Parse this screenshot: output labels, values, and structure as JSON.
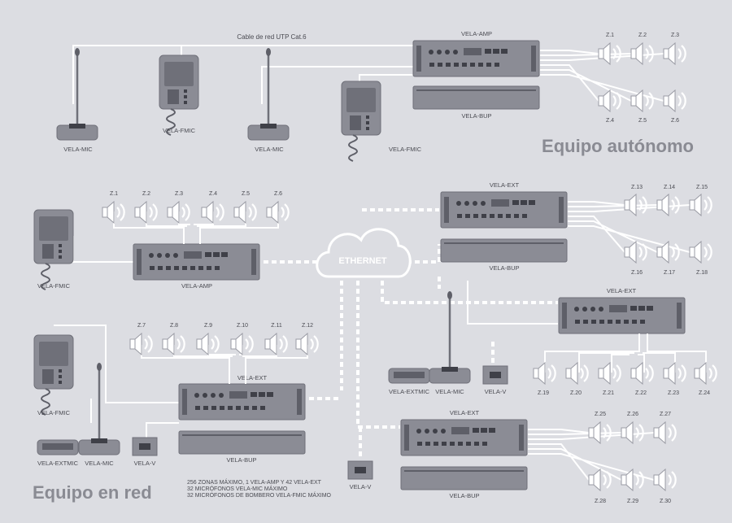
{
  "cable_label": "Cable de red UTP Cat.6",
  "ethernet_label": "ETHERNET",
  "sections": {
    "standalone_title": "Equipo autónomo",
    "network_title": "Equipo en red"
  },
  "notes": [
    "256 ZONAS MÁXIMO, 1 VELA-AMP Y 42 VELA-EXT",
    "32 MICRÓFONOS VELA-MIC MÁXIMO",
    "32 MICRÓFONOS DE BOMBERO VELA-FMIC MÁXIMO"
  ],
  "standalone": {
    "mic1": "VELA-MIC",
    "fmic1": "VELA-FMIC",
    "mic2": "VELA-MIC",
    "fmic2": "VELA-FMIC",
    "amp": "VELA-AMP",
    "bup": "VELA-BUP",
    "zones_top": [
      "Z.1",
      "Z.2",
      "Z.3"
    ],
    "zones_bottom": [
      "Z.4",
      "Z.5",
      "Z.6"
    ]
  },
  "net_left_top": {
    "fmic": "VELA-FMIC",
    "amp": "VELA-AMP",
    "zones": [
      "Z.1",
      "Z.2",
      "Z.3",
      "Z.4",
      "Z.5",
      "Z.6"
    ]
  },
  "net_left_bottom": {
    "fmic": "VELA-FMIC",
    "ext": "VELA-EXT",
    "bup": "VELA-BUP",
    "extmic": "VELA-EXTMIC",
    "mic": "VELA-MIC",
    "v": "VELA-V",
    "zones": [
      "Z.7",
      "Z.8",
      "Z.9",
      "Z.10",
      "Z.11",
      "Z.12"
    ]
  },
  "net_right_top": {
    "ext": "VELA-EXT",
    "bup": "VELA-BUP",
    "zones_top": [
      "Z.13",
      "Z.14",
      "Z.15"
    ],
    "zones_bottom": [
      "Z.16",
      "Z.17",
      "Z.18"
    ]
  },
  "net_right_mid": {
    "ext": "VELA-EXT",
    "extmic": "VELA-EXTMIC",
    "mic": "VELA-MIC",
    "v": "VELA-V",
    "zones": [
      "Z.19",
      "Z.20",
      "Z.21",
      "Z.22",
      "Z.23",
      "Z.24"
    ]
  },
  "net_right_bottom": {
    "ext": "VELA-EXT",
    "bup": "VELA-BUP",
    "v": "VELA-V",
    "zones_top": [
      "Z.25",
      "Z.26",
      "Z.27"
    ],
    "zones_bottom": [
      "Z.28",
      "Z.29",
      "Z.30"
    ]
  },
  "colors": {
    "background": "#dcdde2",
    "device": "#8b8c95",
    "title": "#8a8b93",
    "cable": "#ffffff"
  }
}
